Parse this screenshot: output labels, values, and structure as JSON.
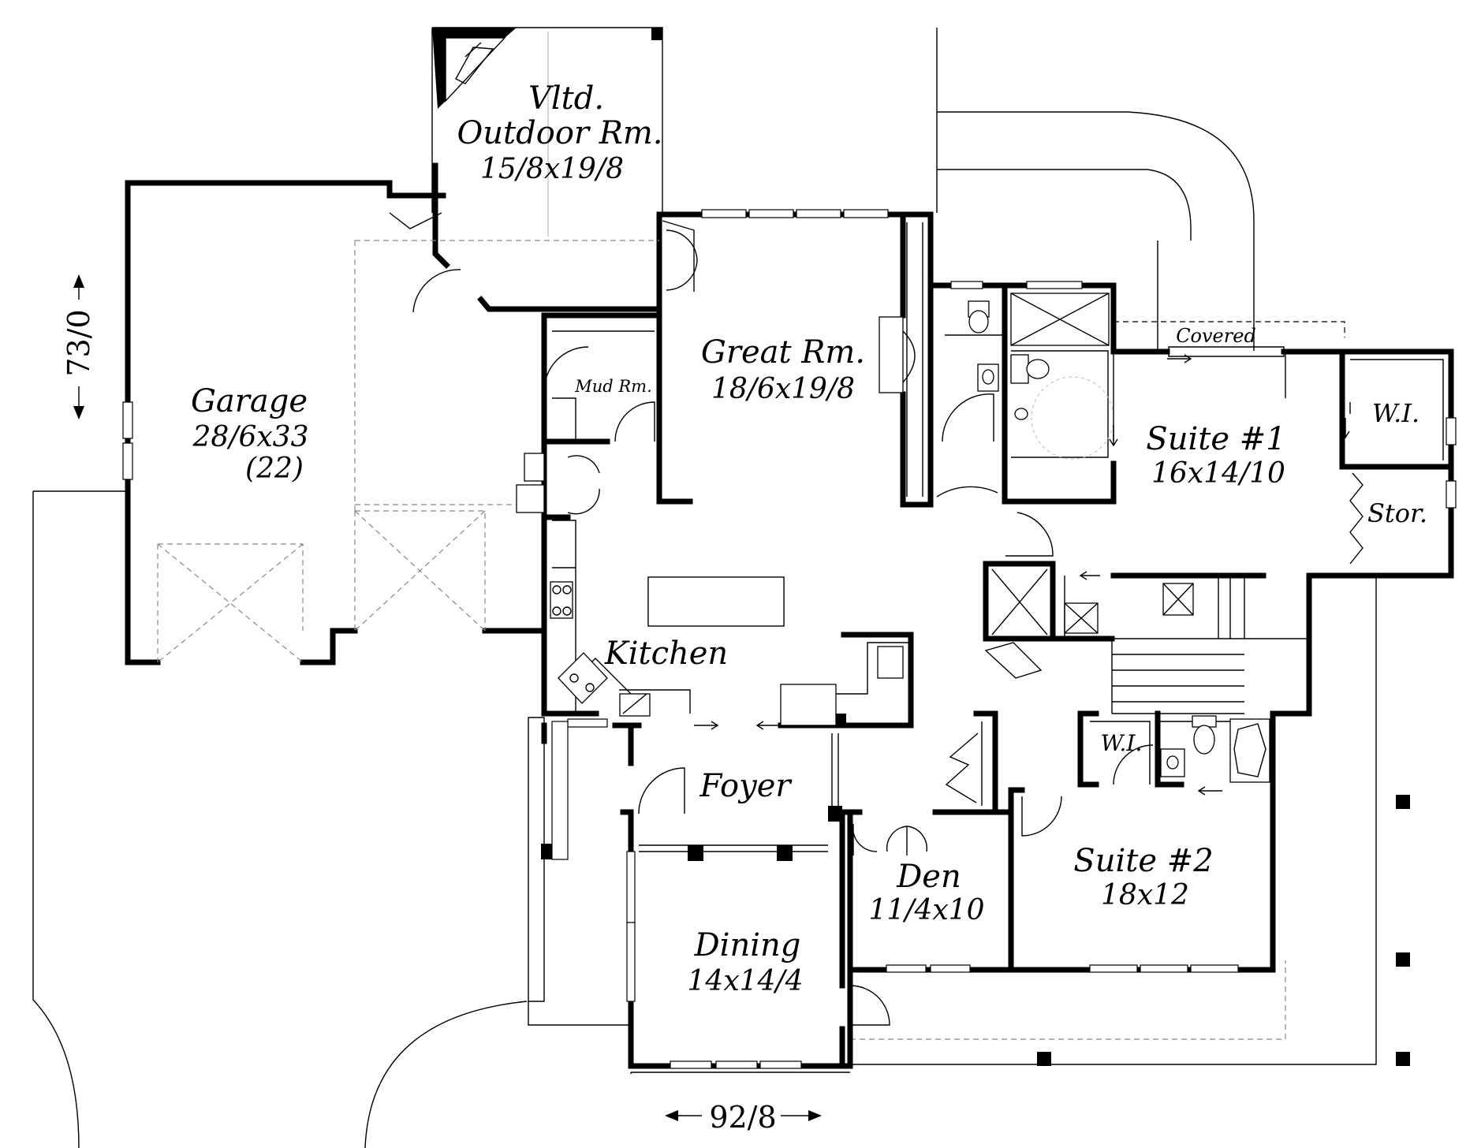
{
  "rooms": {
    "outdoor": {
      "name_line1": "Vltd.",
      "name_line2": "Outdoor Rm.",
      "dims": "15/8x19/8"
    },
    "garage": {
      "name": "Garage",
      "dims": "28/6x33",
      "note": "(22)"
    },
    "great_room": {
      "name": "Great Rm.",
      "dims": "18/6x19/8"
    },
    "mud_room": {
      "name": "Mud Rm."
    },
    "kitchen": {
      "name": "Kitchen"
    },
    "foyer": {
      "name": "Foyer"
    },
    "dining": {
      "name": "Dining",
      "dims": "14x14/4"
    },
    "den": {
      "name": "Den",
      "dims": "11/4x10"
    },
    "suite1": {
      "name": "Suite #1",
      "dims": "16x14/10"
    },
    "suite1_walkin": {
      "name": "W.I."
    },
    "storage": {
      "name": "Stor."
    },
    "covered": {
      "name": "Covered"
    },
    "suite2": {
      "name": "Suite #2",
      "dims": "18x12"
    },
    "suite2_walkin": {
      "name": "W.I."
    }
  },
  "dimensions": {
    "overall_depth": "73/0",
    "overall_width": "92/8"
  }
}
